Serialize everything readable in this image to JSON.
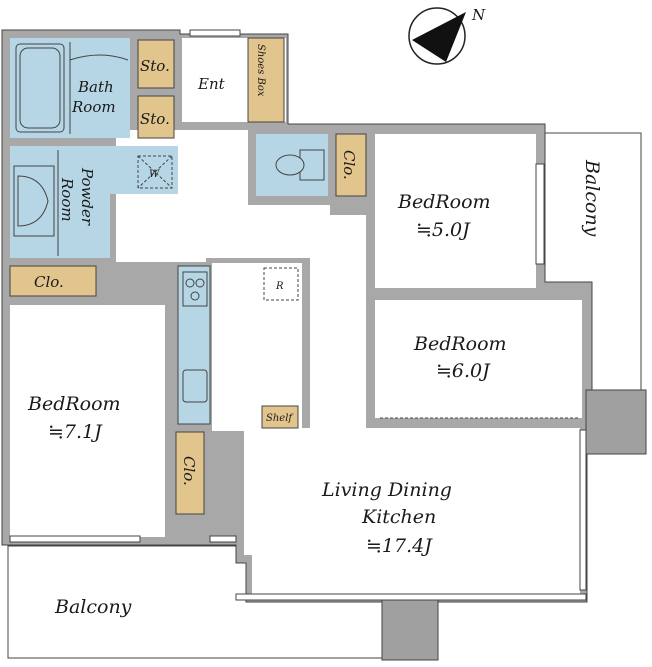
{
  "compass": {
    "north_label": "N",
    "icon": "north-arrow-icon"
  },
  "rooms": {
    "bath": {
      "line1": "Bath",
      "line2": "Room"
    },
    "powder": {
      "line1": "Powder",
      "line2": "Room"
    },
    "storage_top": "Sto.",
    "storage_bottom": "Sto.",
    "entrance": "Ent",
    "shoes_box": "Shoes Box",
    "washer": "W",
    "fridge": "R",
    "closet_toilet": "Clo.",
    "closet_left": "Clo.",
    "closet_kitchen": "Clo.",
    "shelf": "Shelf",
    "bedroom_a": {
      "name": "BedRoom",
      "size": "≒5.0J"
    },
    "bedroom_b": {
      "name": "BedRoom",
      "size": "≒6.0J"
    },
    "bedroom_c": {
      "name": "BedRoom",
      "size": "≒7.1J"
    },
    "ldk": {
      "line1": "Living Dining",
      "line2": "Kitchen",
      "size": "≒17.4J"
    },
    "balcony_right": "Balcony",
    "balcony_bottom": "Balcony"
  },
  "colors": {
    "wall": "#a8a8a8",
    "wet_area": "#b6d6e6",
    "closet": "#e2c48d",
    "floor": "#ffffff"
  }
}
